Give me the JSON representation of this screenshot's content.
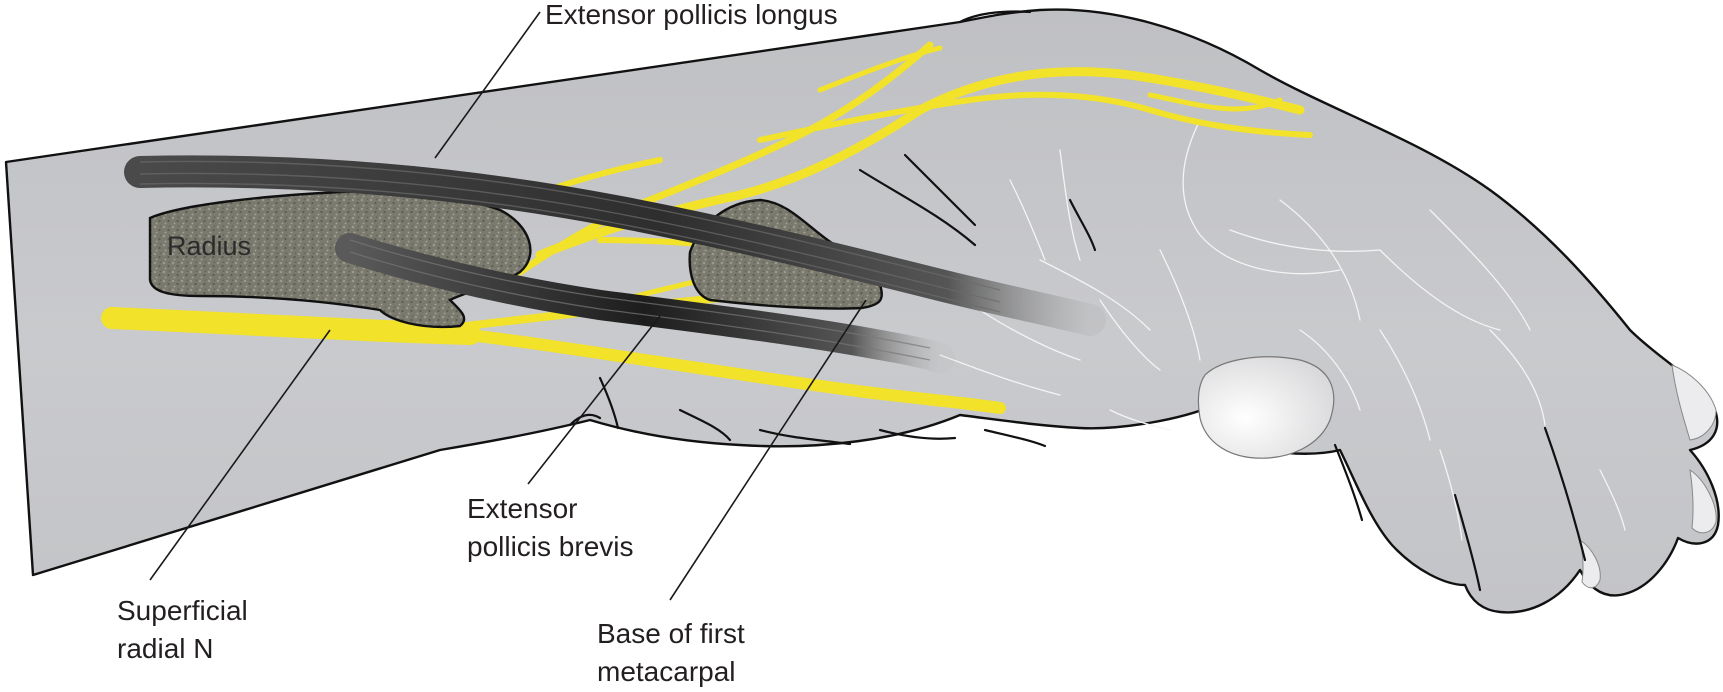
{
  "labels": {
    "radius": "Radius",
    "epl": "Extensor pollicis longus",
    "epb_line1": "Extensor",
    "epb_line2": "pollicis brevis",
    "srn_line1": "Superficial",
    "srn_line2": "radial N",
    "base_line1": "Base of first",
    "base_line2": "metacarpal"
  },
  "colors": {
    "skin": "#c6c7ca",
    "outline": "#111111",
    "nerve": "#f2e22a",
    "bone": "#7d7c6f",
    "tendon": "#3a3a3a",
    "text": "#231f20"
  }
}
